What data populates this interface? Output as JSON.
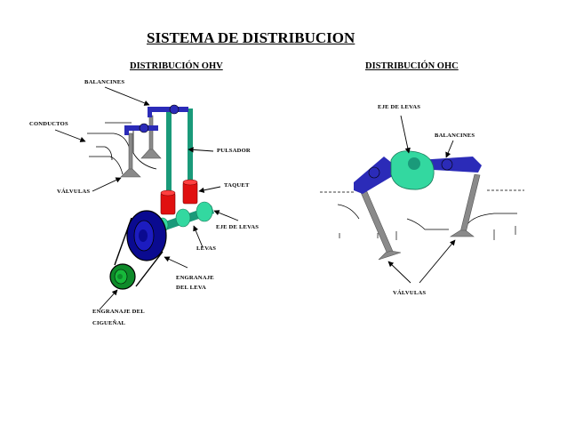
{
  "title": "SISTEMA DE DISTRIBUCION",
  "ohv": {
    "heading": "DISTRIBUCIÓN  OHV",
    "labels": {
      "balancines": "BALANCINES",
      "conductos": "CONDUCTOS",
      "pulsador": "PULSADOR",
      "valvulas": "VÁLVULAS",
      "taquet": "TAQUET",
      "eje_levas": "EJE DE LEVAS",
      "levas": "LEVAS",
      "engranaje_leva_1": "ENGRANAJE",
      "engranaje_leva_2": "DEL LEVA",
      "engranaje_cig_1": "ENGRANAJE DEL",
      "engranaje_cig_2": "CIGUEÑAL"
    }
  },
  "ohc": {
    "heading": "DISTRIBUCIÓN OHC",
    "labels": {
      "eje_levas": "EJE DE LEVAS",
      "balancines": "BALANCINES",
      "valvulas": "VÁLVULAS"
    }
  },
  "colors": {
    "rocker_blue": "#2b2bb8",
    "valve_gray": "#8a8a8a",
    "pushrod_teal": "#1a9a7a",
    "camshaft_green": "#33d8a0",
    "tappet_red": "#e01010",
    "cam_gear_blue": "#0a0a90",
    "crank_gear_green": "#0e8a2a"
  }
}
